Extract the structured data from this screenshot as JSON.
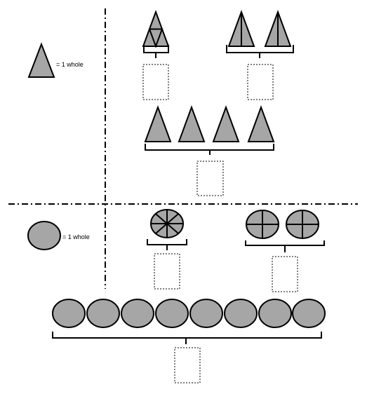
{
  "legend": {
    "triangle_label": "= 1 whole",
    "circle_label": "= 1 whole",
    "triangle_icon": "triangle-icon",
    "circle_icon": "circle-icon"
  },
  "colors": {
    "shape_fill": "#a6a6a6",
    "stroke": "#000000"
  },
  "problems": {
    "triangle_fourths_count": 1,
    "triangle_halves_count": 2,
    "triangle_wholes_count": 4,
    "circle_eighths_count": 1,
    "circle_fourths_count": 2,
    "circle_wholes_count": 8
  }
}
